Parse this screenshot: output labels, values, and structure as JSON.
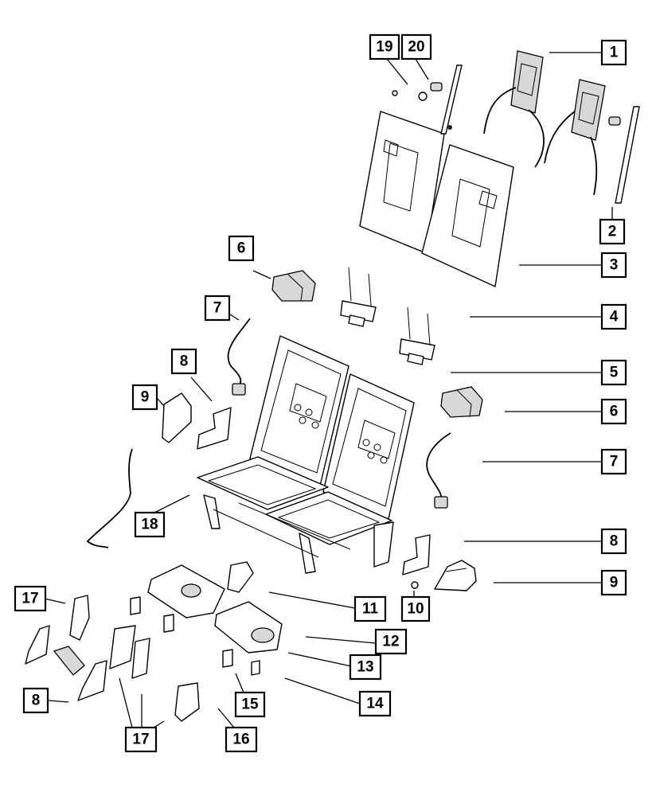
{
  "callouts": {
    "c1": "1",
    "c2": "2",
    "c3": "3",
    "c4": "4",
    "c5": "5",
    "c6a": "6",
    "c6b": "6",
    "c7a": "7",
    "c7b": "7",
    "c8a": "8",
    "c8b": "8",
    "c8c": "8",
    "c9a": "9",
    "c9b": "9",
    "c10": "10",
    "c11": "11",
    "c12": "12",
    "c13": "13",
    "c14": "14",
    "c15": "15",
    "c16": "16",
    "c17a": "17",
    "c17b": "17",
    "c18": "18",
    "c19": "19",
    "c20": "20"
  }
}
